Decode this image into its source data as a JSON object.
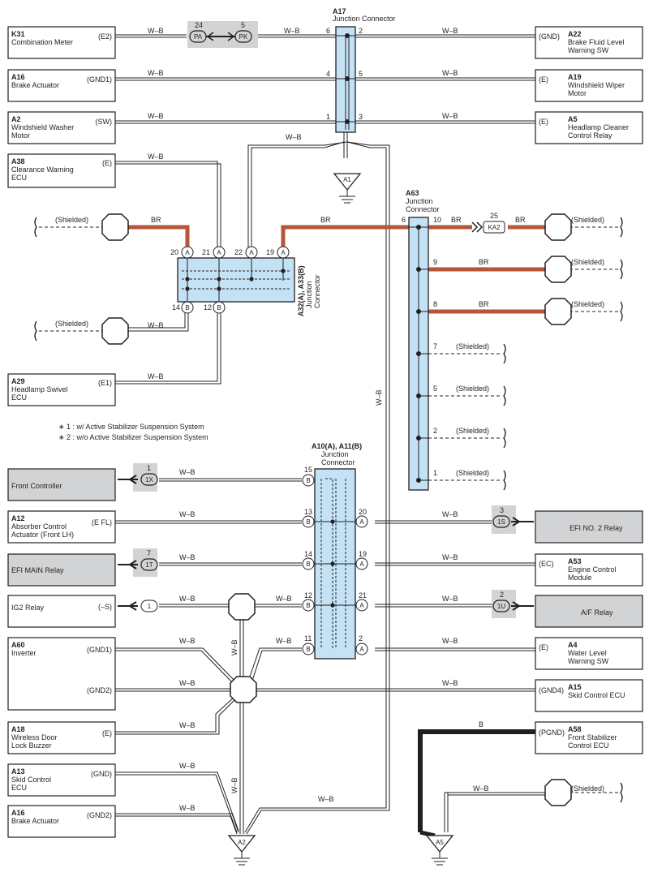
{
  "components": [
    {
      "code": "K31",
      "name": [
        "Combination Meter"
      ],
      "pin": "(E2)"
    },
    {
      "code": "A16",
      "name": [
        "Brake Actuator"
      ],
      "pin": "(GND1)"
    },
    {
      "code": "A2",
      "name": [
        "Windshield Washer",
        "Motor"
      ],
      "pin": "(SW)"
    },
    {
      "code": "A38",
      "name": [
        "Clearance Warning",
        "ECU"
      ],
      "pin": "(E)"
    },
    {
      "code": "A29",
      "name": [
        "Headlamp Swivel",
        "ECU"
      ],
      "pin": "(E1)"
    },
    {
      "code": "A22",
      "name": [
        "Brake Fluid Level",
        "Warning SW"
      ],
      "pin": "(GND)"
    },
    {
      "code": "A19",
      "name": [
        "Windshield Wiper",
        "Motor"
      ],
      "pin": "(E)"
    },
    {
      "code": "A5",
      "name": [
        "Headlamp Cleaner",
        "Control Relay"
      ],
      "pin": "(E)"
    },
    {
      "code": "A12",
      "name": [
        "Absorber Control",
        "Actuator (Front LH)"
      ],
      "pin": "(E FL)"
    },
    {
      "code": "A53",
      "name": [
        "Engine Control",
        "Module"
      ],
      "pin": "(EC)"
    },
    {
      "code": "",
      "name": [
        "IG2 Relay"
      ],
      "pin": "(–S)"
    },
    {
      "code": "A60",
      "name": [
        "Inverter"
      ],
      "pin": "(GND1)",
      "pin2": "(GND2)"
    },
    {
      "code": "A4",
      "name": [
        "Water Level",
        "Warning SW"
      ],
      "pin": "(E)"
    },
    {
      "code": "A15",
      "name": [
        "Skid Control ECU"
      ],
      "pin": "(GND4)"
    },
    {
      "code": "A18",
      "name": [
        "Wireless Door",
        "Lock Buzzer"
      ],
      "pin": "(E)"
    },
    {
      "code": "A58",
      "name": [
        "Front Stabilizer",
        "Control ECU"
      ],
      "pin": "(PGND)"
    },
    {
      "code": "A13",
      "name": [
        "Skid Control",
        "ECU"
      ],
      "pin": "(GND)"
    },
    {
      "code": "A16",
      "name": [
        "Brake Actuator"
      ],
      "pin": "(GND2)"
    }
  ],
  "gray_boxes": [
    "Front Controller",
    "EFI MAIN Relay",
    "EFI NO. 2 Relay",
    "A/F Relay"
  ],
  "connectors": {
    "a17": {
      "code": "A17",
      "name": "Junction Connector"
    },
    "a63": {
      "code": "A63",
      "name": [
        "Junction",
        "Connector"
      ]
    },
    "a32": {
      "code": "A32(A), A33(B)",
      "name": [
        "Junction",
        "Connector"
      ]
    },
    "a10": {
      "code": "A10(A), A11(B)",
      "name": [
        "Junction",
        "Connector"
      ]
    }
  },
  "grounds": [
    "A1",
    "A2",
    "A5"
  ],
  "notes": [
    "∗ 1 : w/ Active Stabilizer Suspension System",
    "∗ 2 : w/o Active Stabilizer Suspension System"
  ],
  "wire_labels": {
    "wb": "W–B",
    "br": "BR",
    "b": "B",
    "shielded": "(Shielded)"
  },
  "inline_connectors": {
    "pa": "PA",
    "pk": "PK",
    "ka2": "KA2",
    "x1": "1X",
    "s1": "1S",
    "t1": "1T",
    "one": "1",
    "u1": "1U"
  },
  "pins": {
    "pa": "24",
    "pk": "5",
    "ka2": "25",
    "x1": "1",
    "s1": "3",
    "t1": "7",
    "u1": "2",
    "a17": [
      "6",
      "2",
      "4",
      "5",
      "1",
      "3"
    ],
    "a32_top": [
      "20",
      "21",
      "22",
      "19"
    ],
    "a32_bottom": [
      "14",
      "12"
    ],
    "a63": [
      "6",
      "10",
      "9",
      "8",
      "7",
      "5",
      "2",
      "1"
    ],
    "a10_left": [
      "15",
      "13",
      "14",
      "12",
      "11"
    ],
    "a10_right": [
      "20",
      "19",
      "21",
      "2"
    ]
  },
  "pin_letters": {
    "a": "A",
    "b": "B"
  },
  "colors": {
    "connector_fill": "#c4e2f5",
    "br_wire": "#b5553a",
    "gray_box": "#d1d3d4",
    "ink": "#231f20"
  }
}
